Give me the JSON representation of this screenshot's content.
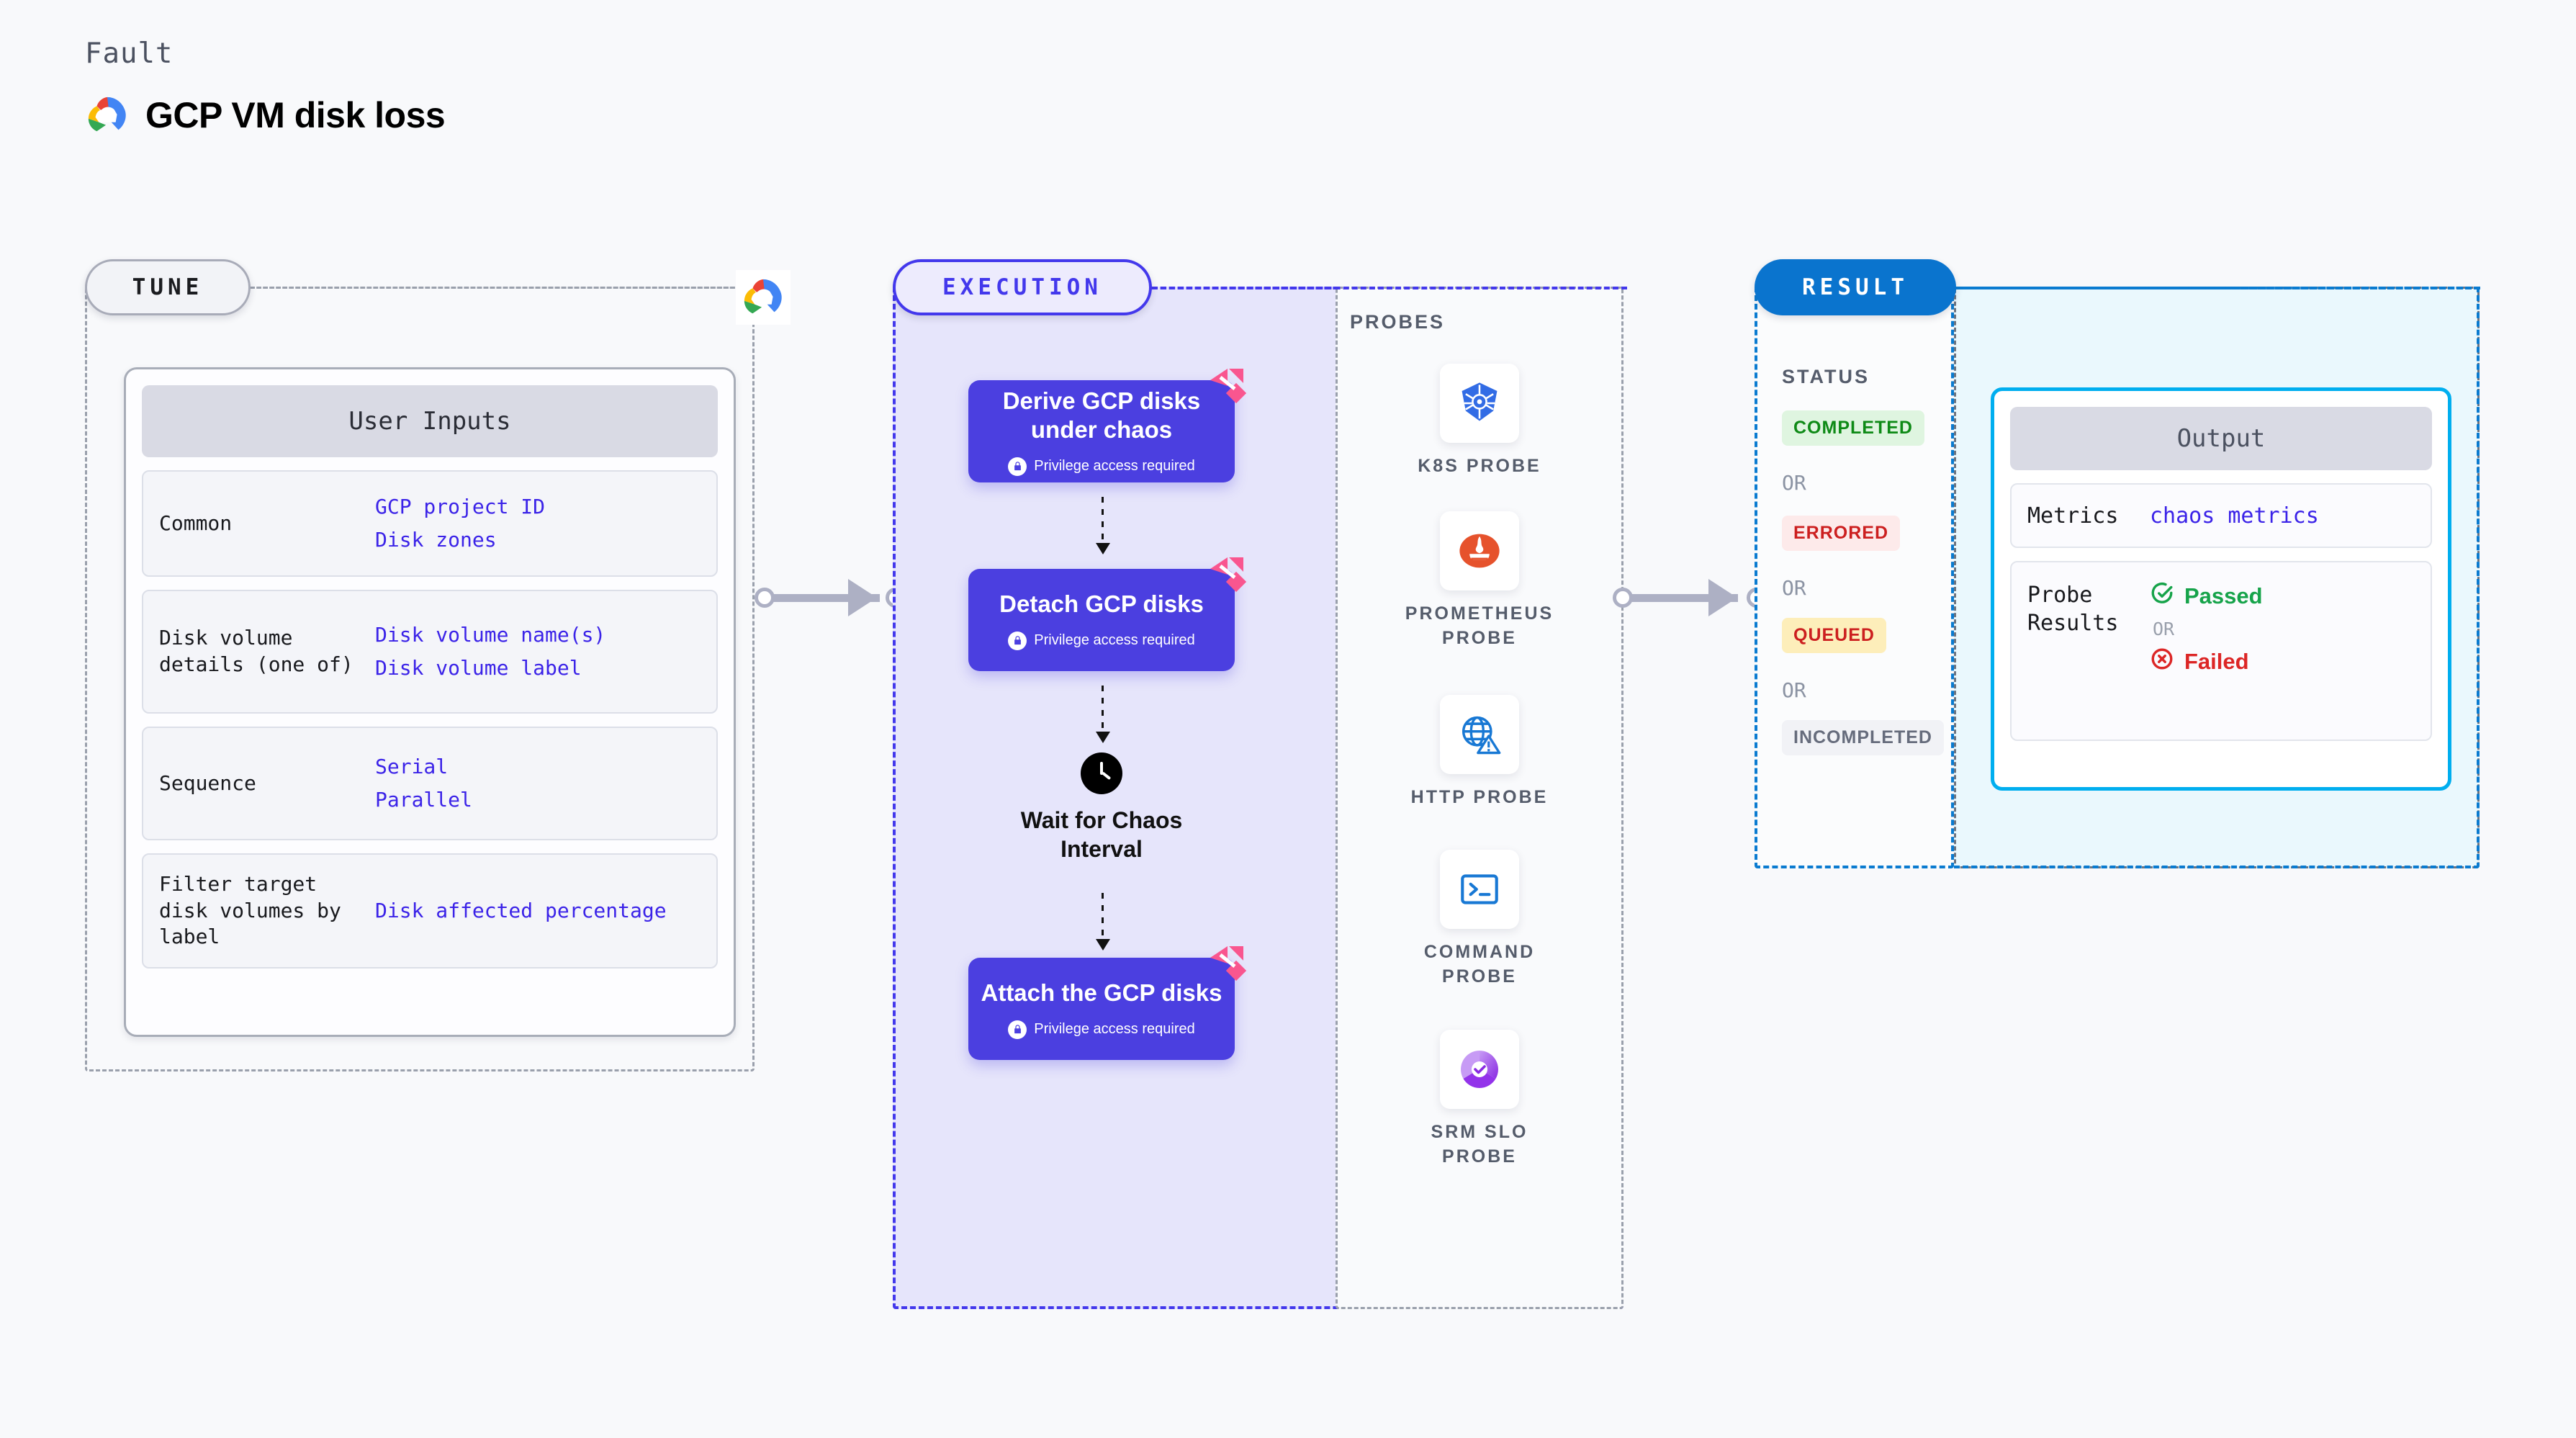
{
  "header": {
    "eyebrow": "Fault",
    "title": "GCP VM disk loss",
    "logo_icon": "gcp-cloud-logo"
  },
  "tune": {
    "badge": "TUNE",
    "provider_icon": "gcp-cloud-logo",
    "card_header": "User Inputs",
    "rows": [
      {
        "key": "Common",
        "values": [
          "GCP project ID",
          "Disk zones"
        ]
      },
      {
        "key": "Disk volume details (one of)",
        "values": [
          "Disk volume name(s)",
          "Disk volume label"
        ]
      },
      {
        "key": "Sequence",
        "values": [
          "Serial",
          "Parallel"
        ]
      },
      {
        "key": "Filter target disk volumes by label",
        "values": [
          "Disk affected percentage"
        ]
      }
    ]
  },
  "execution": {
    "badge": "EXECUTION",
    "blocks": [
      {
        "title": "Derive GCP disks under chaos",
        "privilege": "Privilege access required",
        "flag_icon": "harness-flag-icon",
        "lock_icon": "lock-icon"
      },
      {
        "title": "Detach GCP disks",
        "privilege": "Privilege access required",
        "flag_icon": "harness-flag-icon",
        "lock_icon": "lock-icon"
      },
      {
        "title": "Attach the GCP disks",
        "privilege": "Privilege access required",
        "flag_icon": "harness-flag-icon",
        "lock_icon": "lock-icon"
      }
    ],
    "wait_node": {
      "label": "Wait for Chaos Interval",
      "icon": "clock-icon"
    }
  },
  "probes": {
    "label": "PROBES",
    "items": [
      {
        "name": "K8S PROBE",
        "icon": "kubernetes-icon"
      },
      {
        "name": "PROMETHEUS PROBE",
        "icon": "prometheus-icon"
      },
      {
        "name": "HTTP PROBE",
        "icon": "http-globe-warning-icon"
      },
      {
        "name": "COMMAND PROBE",
        "icon": "terminal-icon"
      },
      {
        "name": "SRM SLO PROBE",
        "icon": "srm-slo-icon"
      }
    ]
  },
  "result": {
    "badge": "RESULT",
    "status_label": "STATUS",
    "or": "OR",
    "statuses": [
      {
        "label": "COMPLETED",
        "bg": "#dff5e0",
        "fg": "#0e8a16"
      },
      {
        "label": "ERRORED",
        "bg": "#fdeaea",
        "fg": "#cc1f1f"
      },
      {
        "label": "QUEUED",
        "bg": "#fdeeba",
        "fg": "#cc1f1f"
      },
      {
        "label": "INCOMPLETED",
        "bg": "#f1f2f6",
        "fg": "#666c7c"
      }
    ]
  },
  "output": {
    "card_header": "Output",
    "metrics_key": "Metrics",
    "metrics_value": "chaos metrics",
    "probe_results_key": "Probe Results",
    "passed": "Passed",
    "failed": "Failed",
    "or": "OR",
    "passed_icon": "check-circle-icon",
    "failed_icon": "x-circle-icon"
  },
  "colors": {
    "accent_purple": "#4338ec",
    "accent_blue": "#0a74ce",
    "accent_cyan": "#00aeef",
    "link_blue": "#3b23e8",
    "flag_pink": "#f9568f"
  }
}
